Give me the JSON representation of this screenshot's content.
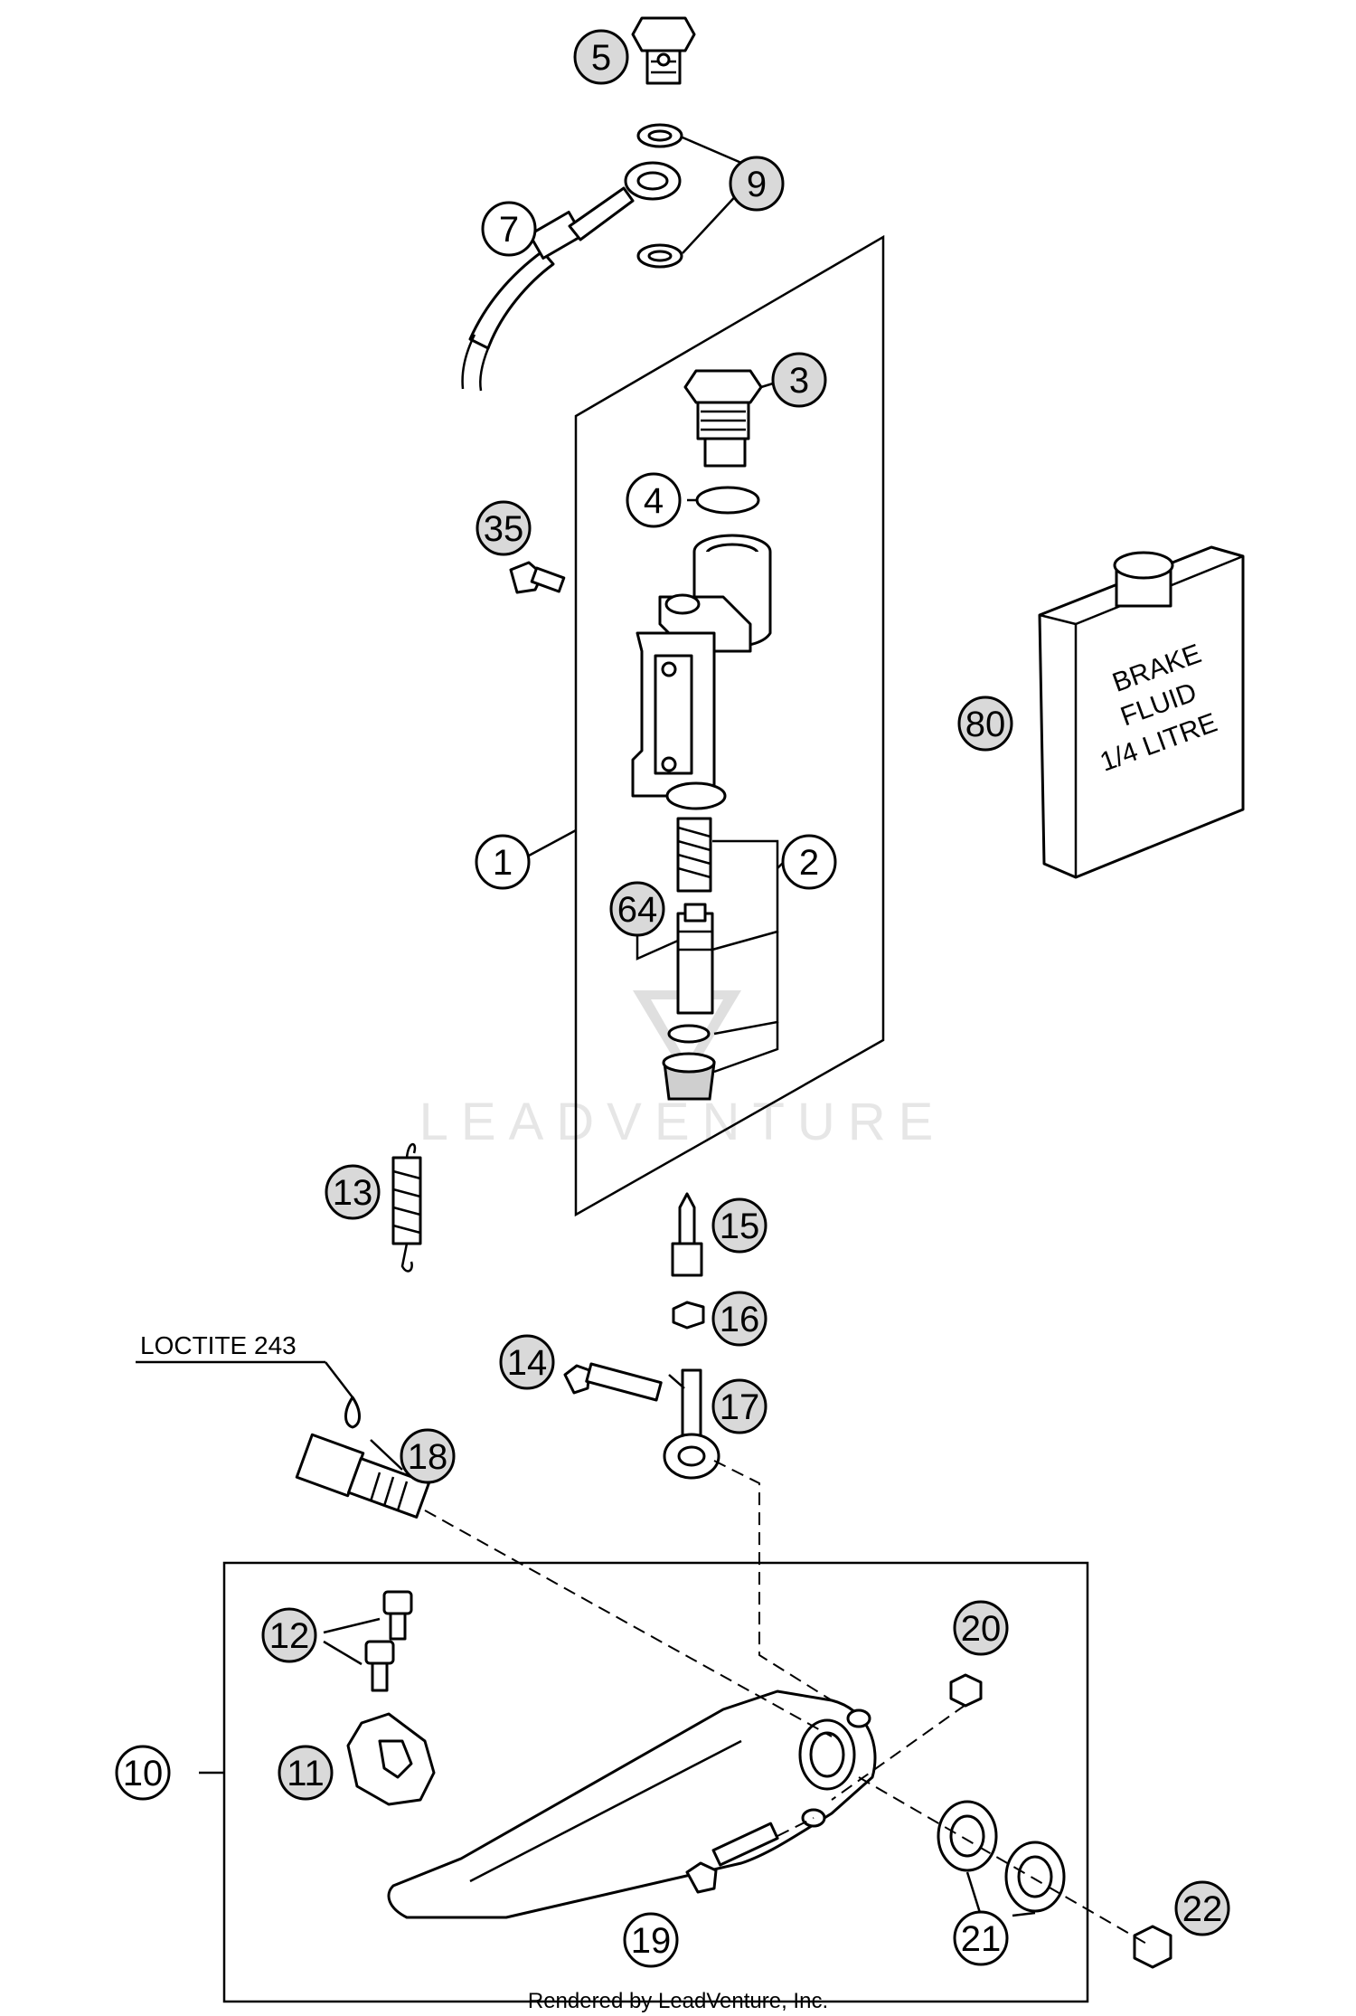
{
  "callouts": [
    {
      "id": "1",
      "shaded": false
    },
    {
      "id": "2",
      "shaded": false
    },
    {
      "id": "3",
      "shaded": true
    },
    {
      "id": "4",
      "shaded": false
    },
    {
      "id": "5",
      "shaded": true
    },
    {
      "id": "7",
      "shaded": false
    },
    {
      "id": "9",
      "shaded": true
    },
    {
      "id": "10",
      "shaded": false
    },
    {
      "id": "11",
      "shaded": true
    },
    {
      "id": "12",
      "shaded": true
    },
    {
      "id": "13",
      "shaded": true
    },
    {
      "id": "14",
      "shaded": true
    },
    {
      "id": "15",
      "shaded": true
    },
    {
      "id": "16",
      "shaded": true
    },
    {
      "id": "17",
      "shaded": true
    },
    {
      "id": "18",
      "shaded": true
    },
    {
      "id": "19",
      "shaded": false
    },
    {
      "id": "20",
      "shaded": true
    },
    {
      "id": "21",
      "shaded": false
    },
    {
      "id": "22",
      "shaded": true
    },
    {
      "id": "35",
      "shaded": true
    },
    {
      "id": "64",
      "shaded": true
    },
    {
      "id": "80",
      "shaded": true
    }
  ],
  "loctite_label": "LOCTITE 243",
  "brake_fluid": {
    "line1": "BRAKE",
    "line2": "FLUID",
    "line3": "1/4 LITRE"
  },
  "watermark": "LEADVENTURE",
  "footer": "Rendered by LeadVenture, Inc."
}
